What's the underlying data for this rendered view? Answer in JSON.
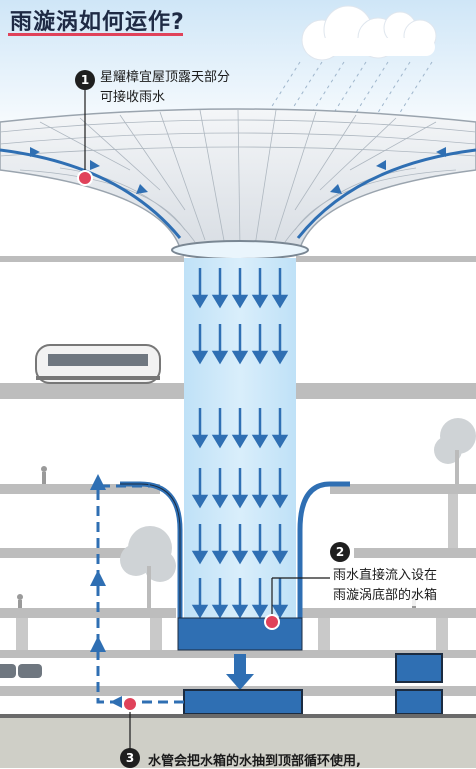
{
  "title": "雨漩涡如何运作?",
  "steps": [
    {
      "number": "1",
      "lines": [
        "星耀樟宜屋顶露天部分",
        "可接收雨水"
      ]
    },
    {
      "number": "2",
      "lines": [
        "雨水直接流入设在",
        "雨漩涡底部的水箱"
      ]
    },
    {
      "number": "3",
      "lines": [
        "水管会把水箱的水抽到顶部循环使用,"
      ]
    }
  ],
  "colors": {
    "water": "#2f6fb3",
    "water_light": "#a9d4f2",
    "marker": "#e0425a",
    "floor": "#b9b9b9",
    "ground": "#cfcfc7"
  }
}
